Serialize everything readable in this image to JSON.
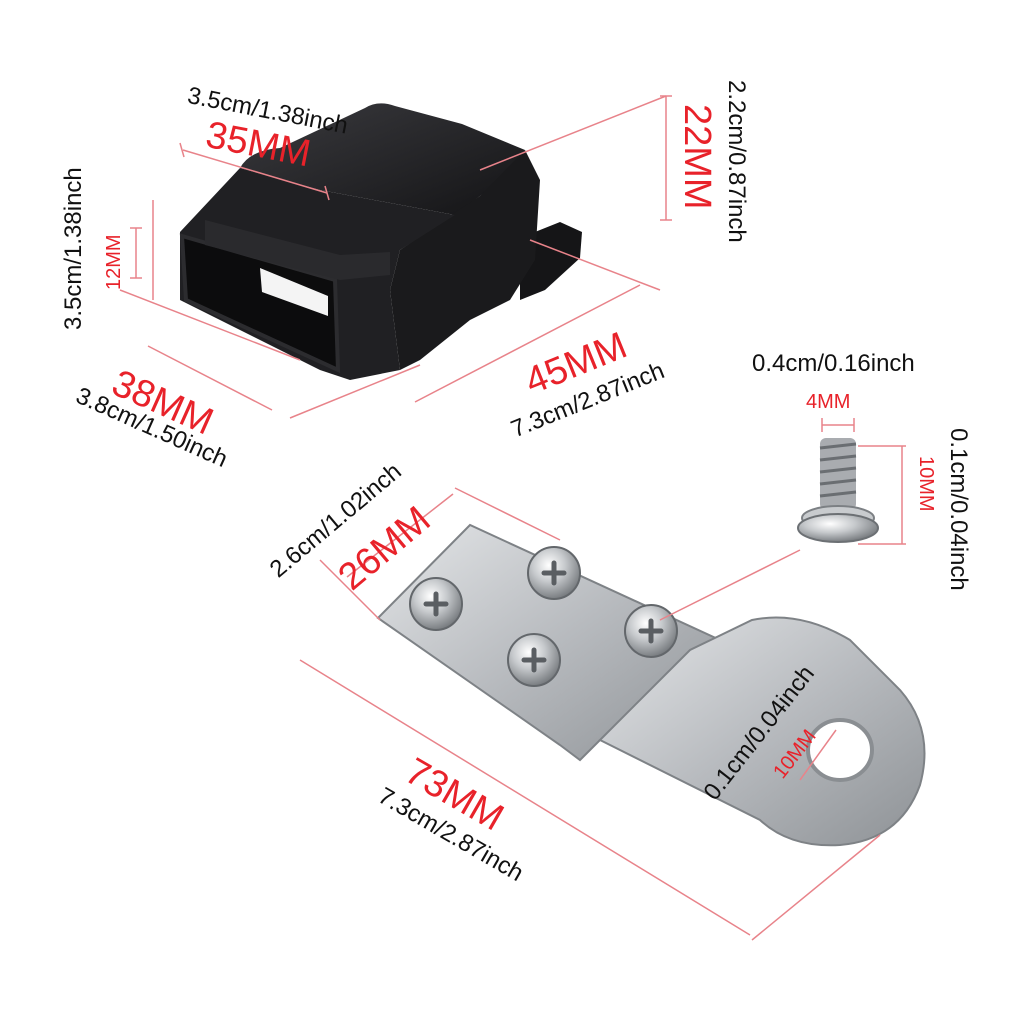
{
  "colors": {
    "dimension_line": "#e8838a",
    "metric_label": "#e8222a",
    "imperial_label": "#111111",
    "cover": "#1b1b1d",
    "plate": "#b9bcc0"
  },
  "cover": {
    "width_mm": "35MM",
    "width_imperial": "3.5cm/1.38inch",
    "depth_imperial": "3.5cm/1.38inch",
    "opening_mm": "12MM",
    "height_mm": "22MM",
    "height_imperial": "2.2cm/0.87inch",
    "front_mm": "38MM",
    "front_imperial": "3.8cm/1.50inch",
    "length_mm": "45MM",
    "length_imperial": "7.3cm/2.87inch"
  },
  "screw": {
    "diameter_imperial": "0.4cm/0.16inch",
    "diameter_mm": "4MM",
    "length_mm": "10MM",
    "length_imperial": "0.1cm/0.04inch"
  },
  "plate": {
    "width_imperial": "2.6cm/1.02inch",
    "width_mm": "26MM",
    "hole_mm": "10MM",
    "hole_imperial": "0.1cm/0.04inch",
    "length_mm": "73MM",
    "length_imperial": "7.3cm/2.87inch"
  }
}
